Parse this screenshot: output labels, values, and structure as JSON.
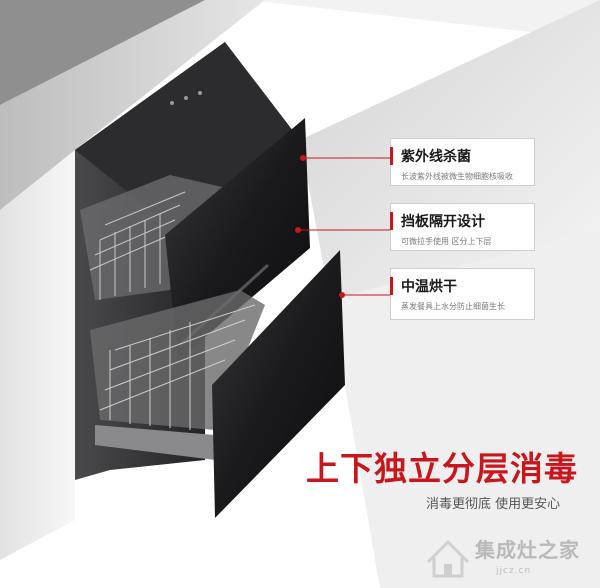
{
  "features": [
    {
      "title": "紫外线杀菌",
      "desc": "长波紫外线被微生物细胞核吸收"
    },
    {
      "title": "挡板隔开设计",
      "desc": "可微拉手使用 区分上下层"
    },
    {
      "title": "中温烘干",
      "desc": "蒸发餐具上水分防止细菌生长"
    }
  ],
  "headline": "上下独立分层消毒",
  "subline": "消毒更彻底 使用更安心",
  "watermark": {
    "name": "集成灶之家",
    "url": "jjcz.cn"
  },
  "colors": {
    "accent": "#c8161d",
    "cabinet_body": "#1c1c1e",
    "wall": "#e9e9e9"
  }
}
